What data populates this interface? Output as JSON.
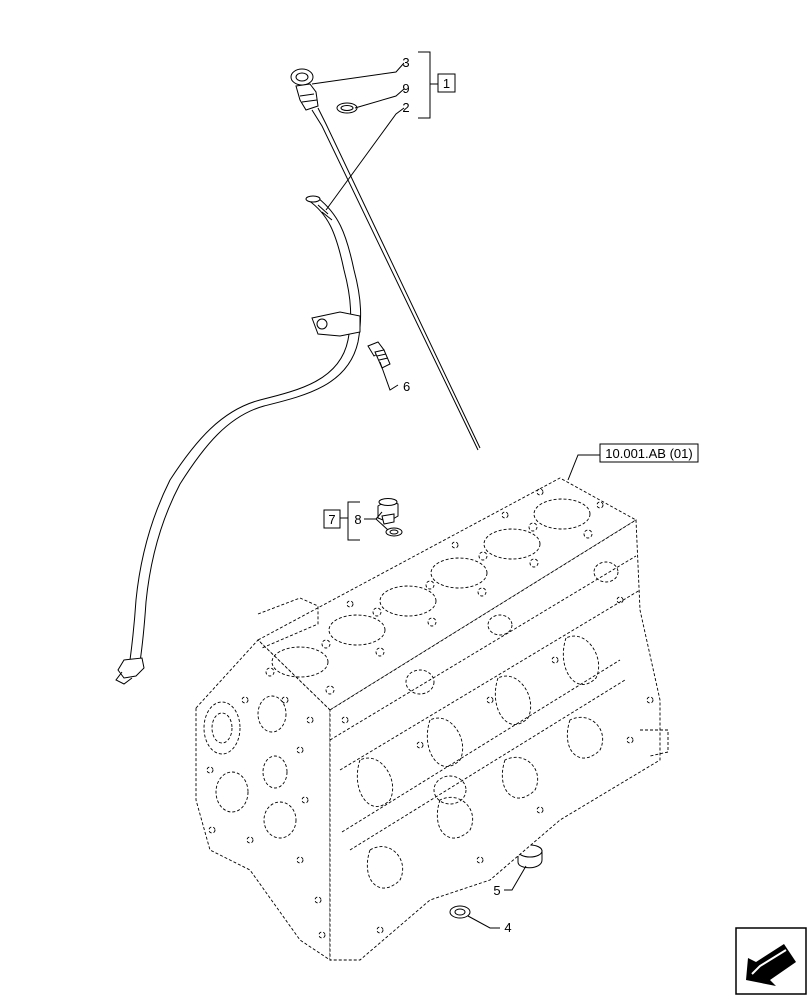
{
  "callouts": {
    "item_3": "3",
    "item_9": "9",
    "item_2": "2",
    "item_1": "1",
    "item_6": "6",
    "item_7": "7",
    "item_8": "8",
    "item_5": "5",
    "item_4": "4",
    "reference": "10.001.AB (01)"
  },
  "icons": {
    "corner": "navigation-arrow-icon"
  }
}
